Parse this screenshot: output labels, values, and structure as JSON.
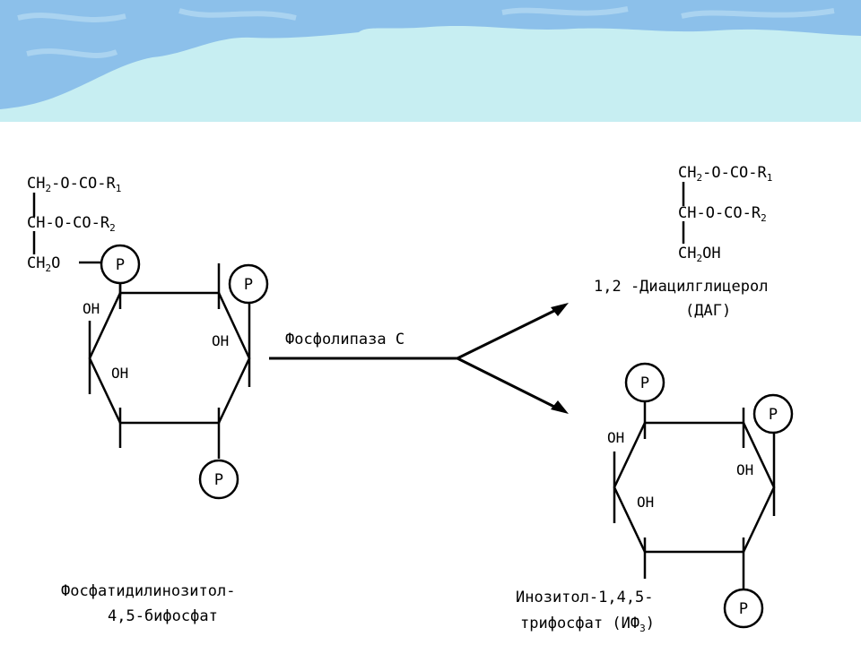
{
  "colors": {
    "banner_sky": "#c7eef2",
    "banner_blue": "#8cc0ea",
    "line": "#000000"
  },
  "phosphate_label": "P",
  "oh_label": "OH",
  "pip2": {
    "chain": {
      "row1_pre": "CH",
      "row1_sub": "2",
      "row1_mid": "-O-CO-R",
      "row1_r": "1",
      "row2_mid": "CH-O-CO-R",
      "row2_r": "2",
      "row3_pre": "CH",
      "row3_sub": "2",
      "row3_post": "O"
    },
    "name_line1": "Фосфатидилинозитол-",
    "name_line2": "4,5-бифосфат"
  },
  "enzyme_label": "Фосфолипаза С",
  "dag": {
    "row1_pre": "CH",
    "row1_sub": "2",
    "row1_mid": "-O-CO-R",
    "row1_r": "1",
    "row2_mid": "CH-O-CO-R",
    "row2_r": "2",
    "row3_pre": "CH",
    "row3_sub": "2",
    "row3_post": "OH",
    "name_line1": "1,2 -Диацилглицерол",
    "name_line2": "(ДАГ)"
  },
  "ip3": {
    "name_line1": "Инозитол-1,4,5-",
    "name_line2_pre": "трифосфат (ИФ",
    "name_line2_sub": "3",
    "name_line2_post": ")"
  }
}
